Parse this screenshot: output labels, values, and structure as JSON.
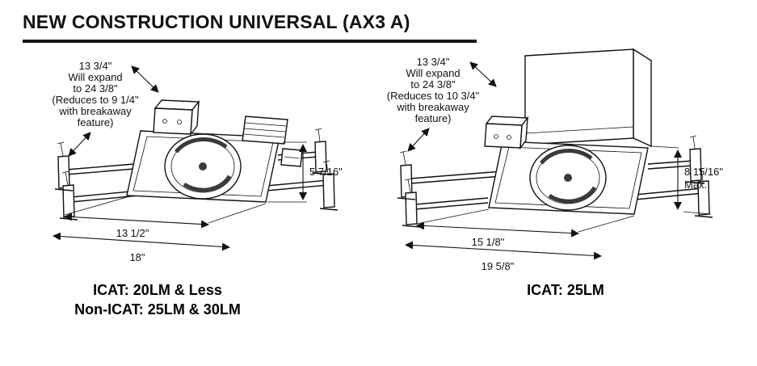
{
  "title": "NEW CONSTRUCTION UNIVERSAL (AX3 A)",
  "left": {
    "note": [
      "13 3/4\"",
      "Will expand",
      "to 24 3/8\"",
      "(Reduces to 9 1/4\"",
      "with breakaway",
      "feature)"
    ],
    "height_dim": "5 7/16\"",
    "inner_width_dim": "13 1/2\"",
    "outer_width_dim": "18\"",
    "caption_line1": "ICAT: 20LM & Less",
    "caption_line2": "Non-ICAT: 25LM & 30LM"
  },
  "right": {
    "note": [
      "13 3/4\"",
      "Will expand",
      "to 24 3/8\"",
      "(Reduces to 10 3/4\"",
      "with breakaway",
      "feature)"
    ],
    "height_dim": "8 15/16\"",
    "height_dim_note": "Max.",
    "inner_width_dim": "15 1/8\"",
    "outer_width_dim": "19 5/8\"",
    "caption_line1": "ICAT: 25LM"
  }
}
